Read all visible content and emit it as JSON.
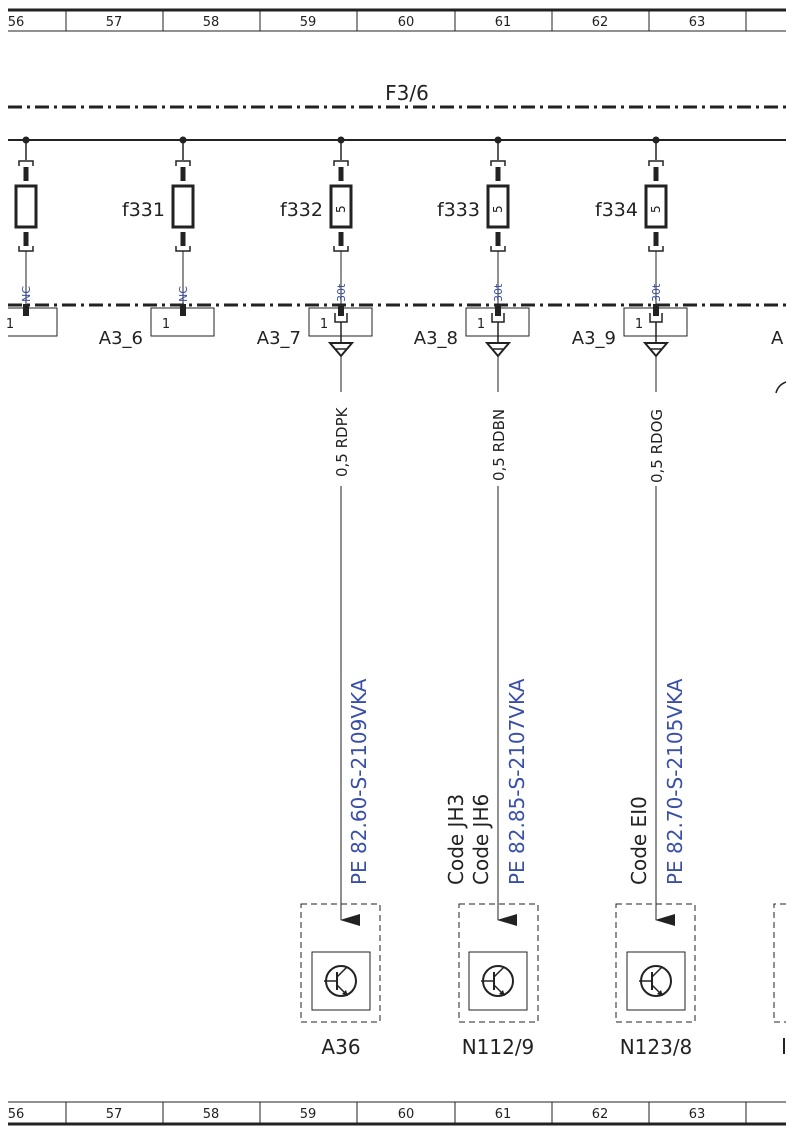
{
  "grid": {
    "columns": [
      "56",
      "57",
      "58",
      "59",
      "60",
      "61",
      "62",
      "63"
    ]
  },
  "bus": {
    "label": "F3/6"
  },
  "fuses": [
    {
      "id": "",
      "rating": "",
      "terminal": "NC"
    },
    {
      "id": "f331",
      "rating": "",
      "terminal": "NC"
    },
    {
      "id": "f332",
      "rating": "5",
      "terminal": "30t"
    },
    {
      "id": "f333",
      "rating": "5",
      "terminal": "30t"
    },
    {
      "id": "f334",
      "rating": "5",
      "terminal": "30t"
    }
  ],
  "connectors": [
    {
      "id": "",
      "pin": "1"
    },
    {
      "id": "A3_6",
      "pin": "1"
    },
    {
      "id": "A3_7",
      "pin": "1"
    },
    {
      "id": "A3_8",
      "pin": "1"
    },
    {
      "id": "A3_9",
      "pin": "1"
    },
    {
      "id": "A",
      "pin": ""
    }
  ],
  "circuits": [
    {
      "wire": "0,5 RDPK",
      "pe": "PE 82.60-S-2109VKA",
      "codes": [],
      "component": "A36"
    },
    {
      "wire": "0,5 RDBN",
      "pe": "PE 82.85-S-2107VKA",
      "codes": [
        "Code JH3",
        "Code JH6"
      ],
      "component": "N112/9"
    },
    {
      "wire": "0,5 RDOG",
      "pe": "PE 82.70-S-2105VKA",
      "codes": [
        "Code EI0"
      ],
      "component": "N123/8"
    }
  ],
  "colors": {
    "line": "#222222",
    "reference_blue": "#3a4fa8"
  },
  "icons": [
    "fuse-icon",
    "ground-arrow-icon",
    "transistor-icon"
  ]
}
